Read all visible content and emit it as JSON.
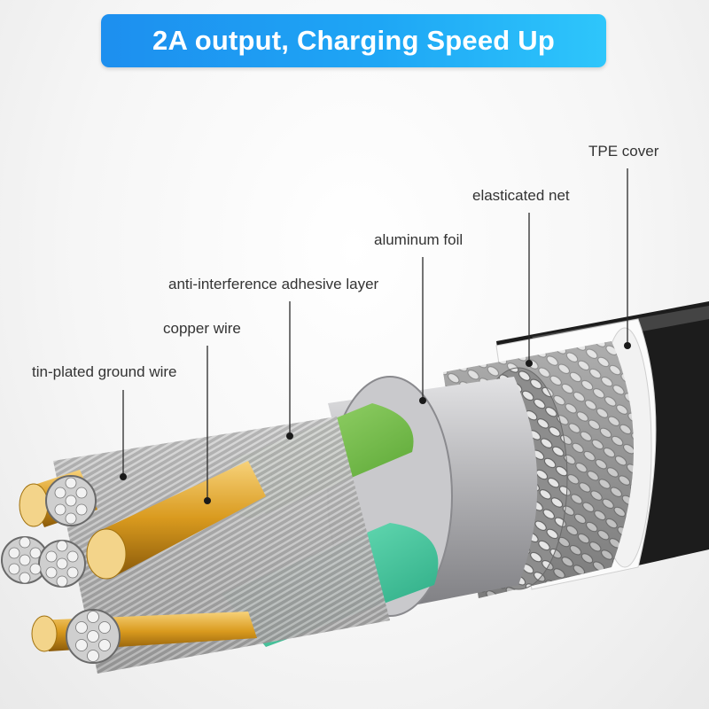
{
  "banner": {
    "title": "2A output, Charging Speed Up"
  },
  "labels": {
    "tpe_cover": "TPE cover",
    "elasticated_net": "elasticated net",
    "aluminum_foil": "aluminum foil",
    "adhesive_layer": "anti-interference adhesive layer",
    "copper_wire": "copper wire",
    "ground_wire": "tin-plated ground wire"
  },
  "colors": {
    "banner": "#1ea6f5",
    "copper": "#d99a1e",
    "green_layer": "#7bc84a",
    "teal_wire": "#3ed6a6",
    "foil": "#b9b9bb",
    "braid": "#c8c8c8",
    "cover": "#ffffff"
  }
}
